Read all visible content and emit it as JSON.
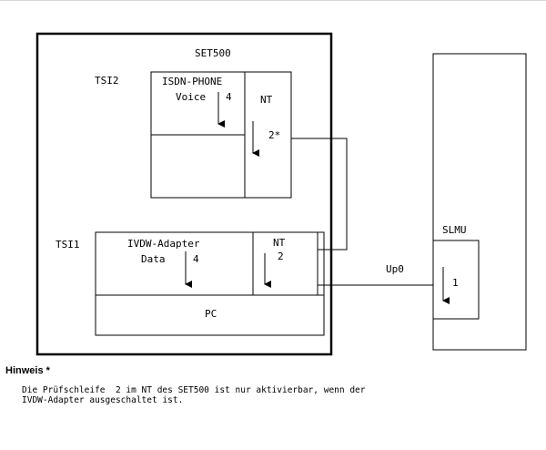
{
  "diagram": {
    "set500_label": "SET500",
    "tsi2_label": "TSI2",
    "tsi1_label": "TSI1",
    "isdn_phone_label": "ISDN-PHONE",
    "voice_label": "Voice",
    "voice_num": "4",
    "nt_top_label": "NT",
    "nt_top_num": "2*",
    "ivdw_label": "IVDW-Adapter",
    "data_label": "Data",
    "data_num": "4",
    "nt_bottom_label": "NT",
    "nt_bottom_num": "2",
    "pc_label": "PC",
    "slmu_label": "SLMU",
    "slmu_num": "1",
    "up0_label": "Up0"
  },
  "note": {
    "title": "Hinweis *",
    "line1": "Die Prüfschleife  2 im NT des SET500 ist nur aktivierbar, wenn der",
    "line2": "IVDW-Adapter ausgeschaltet ist."
  }
}
